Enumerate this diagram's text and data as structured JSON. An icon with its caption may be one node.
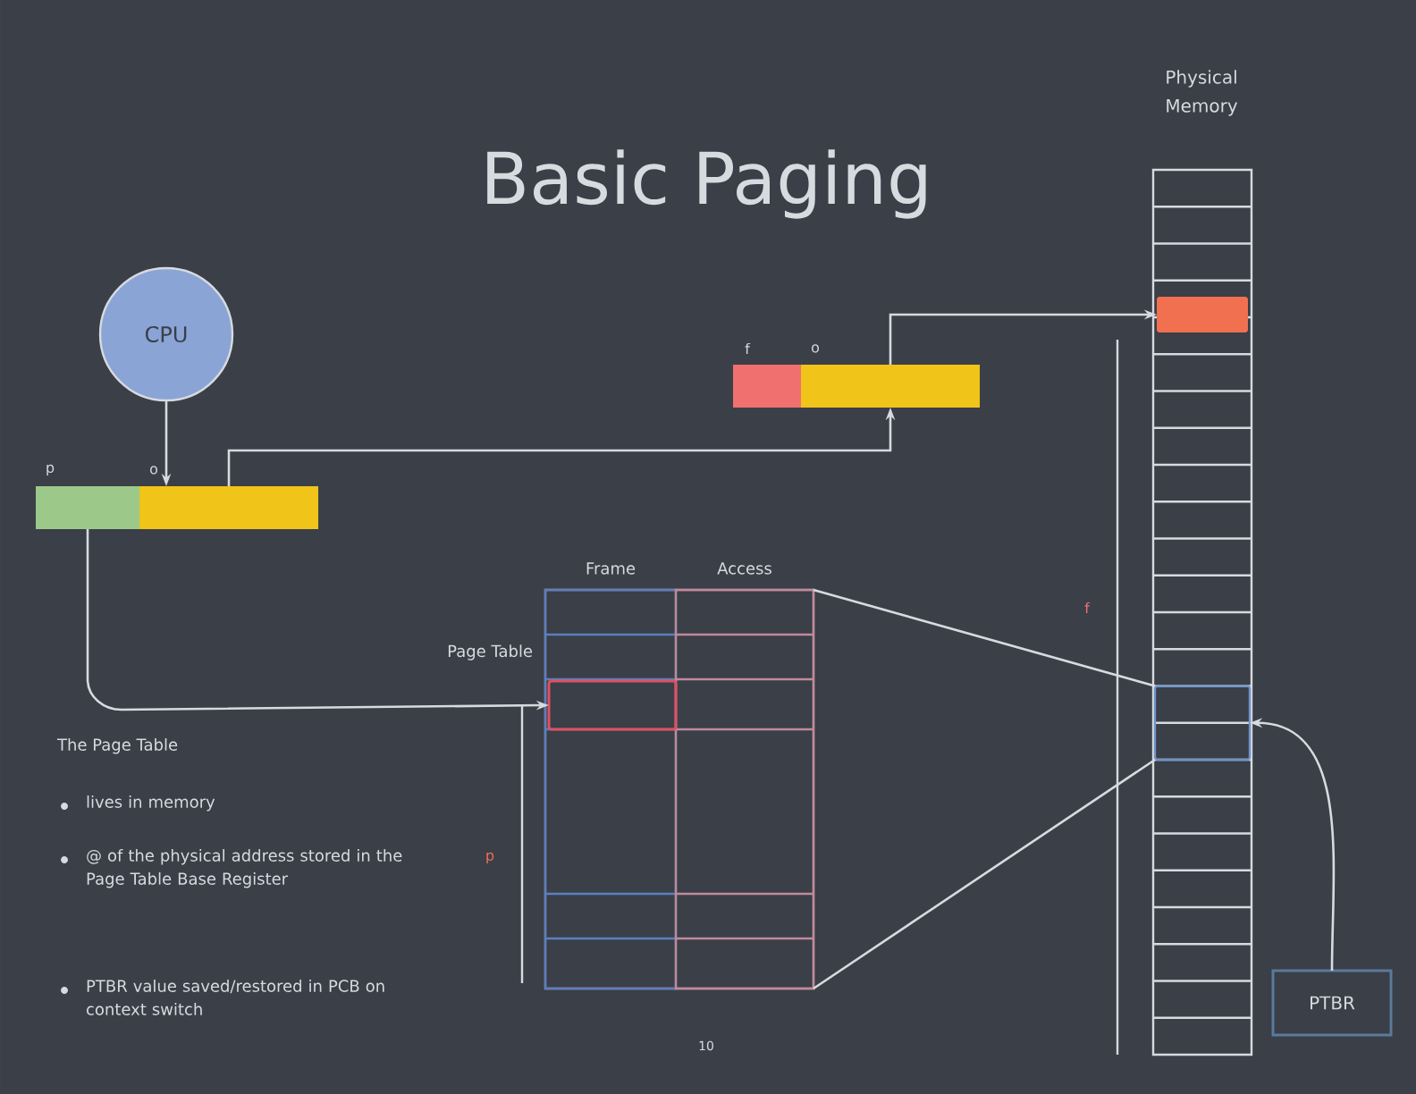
{
  "diagram": {
    "title": "Basic Paging",
    "nodes": [
      {
        "text": [
          "CPU"
        ]
      },
      {
        "text": [],
        "shape": "bar",
        "beside": [
          "p"
        ]
      },
      {
        "text": [],
        "shape": "bar",
        "beside": [
          "o"
        ]
      },
      {
        "text": [],
        "shape": "bar",
        "beside": [
          "f"
        ]
      },
      {
        "text": [],
        "shape": "bar",
        "beside": [
          "o"
        ]
      },
      {
        "text": [
          "Frame",
          "Access"
        ],
        "beside": [
          "Page Table"
        ]
      },
      {
        "text": [],
        "shape": "box",
        "in": 5
      },
      {
        "text": [
          "Physical Memory"
        ]
      },
      {
        "text": [],
        "shape": "box",
        "in": 7
      },
      {
        "text": [],
        "shape": "box",
        "in": 7
      },
      {
        "text": [
          "PTBR"
        ]
      }
    ],
    "edges": [
      {
        "from": 0,
        "to": 2,
        "arrow": "to"
      },
      {
        "from": 1,
        "to": 6,
        "arrow": "to"
      },
      {
        "from": 2,
        "to": 4,
        "arrow": "to"
      },
      {
        "from": 4,
        "to": 8,
        "arrow": "to"
      },
      {
        "from": 10,
        "to": 9,
        "arrow": "to"
      },
      {
        "from": 5,
        "to": 9,
        "arrow": "none"
      },
      {
        "from": 5,
        "to": 9,
        "arrow": "none"
      }
    ],
    "labels": [
      "The Page Table",
      "lives in memory",
      "@ of the physical address stored in the Page Table Base Register",
      "PTBR value saved/restored in PCB on context switch",
      "p",
      "f",
      "10"
    ]
  }
}
